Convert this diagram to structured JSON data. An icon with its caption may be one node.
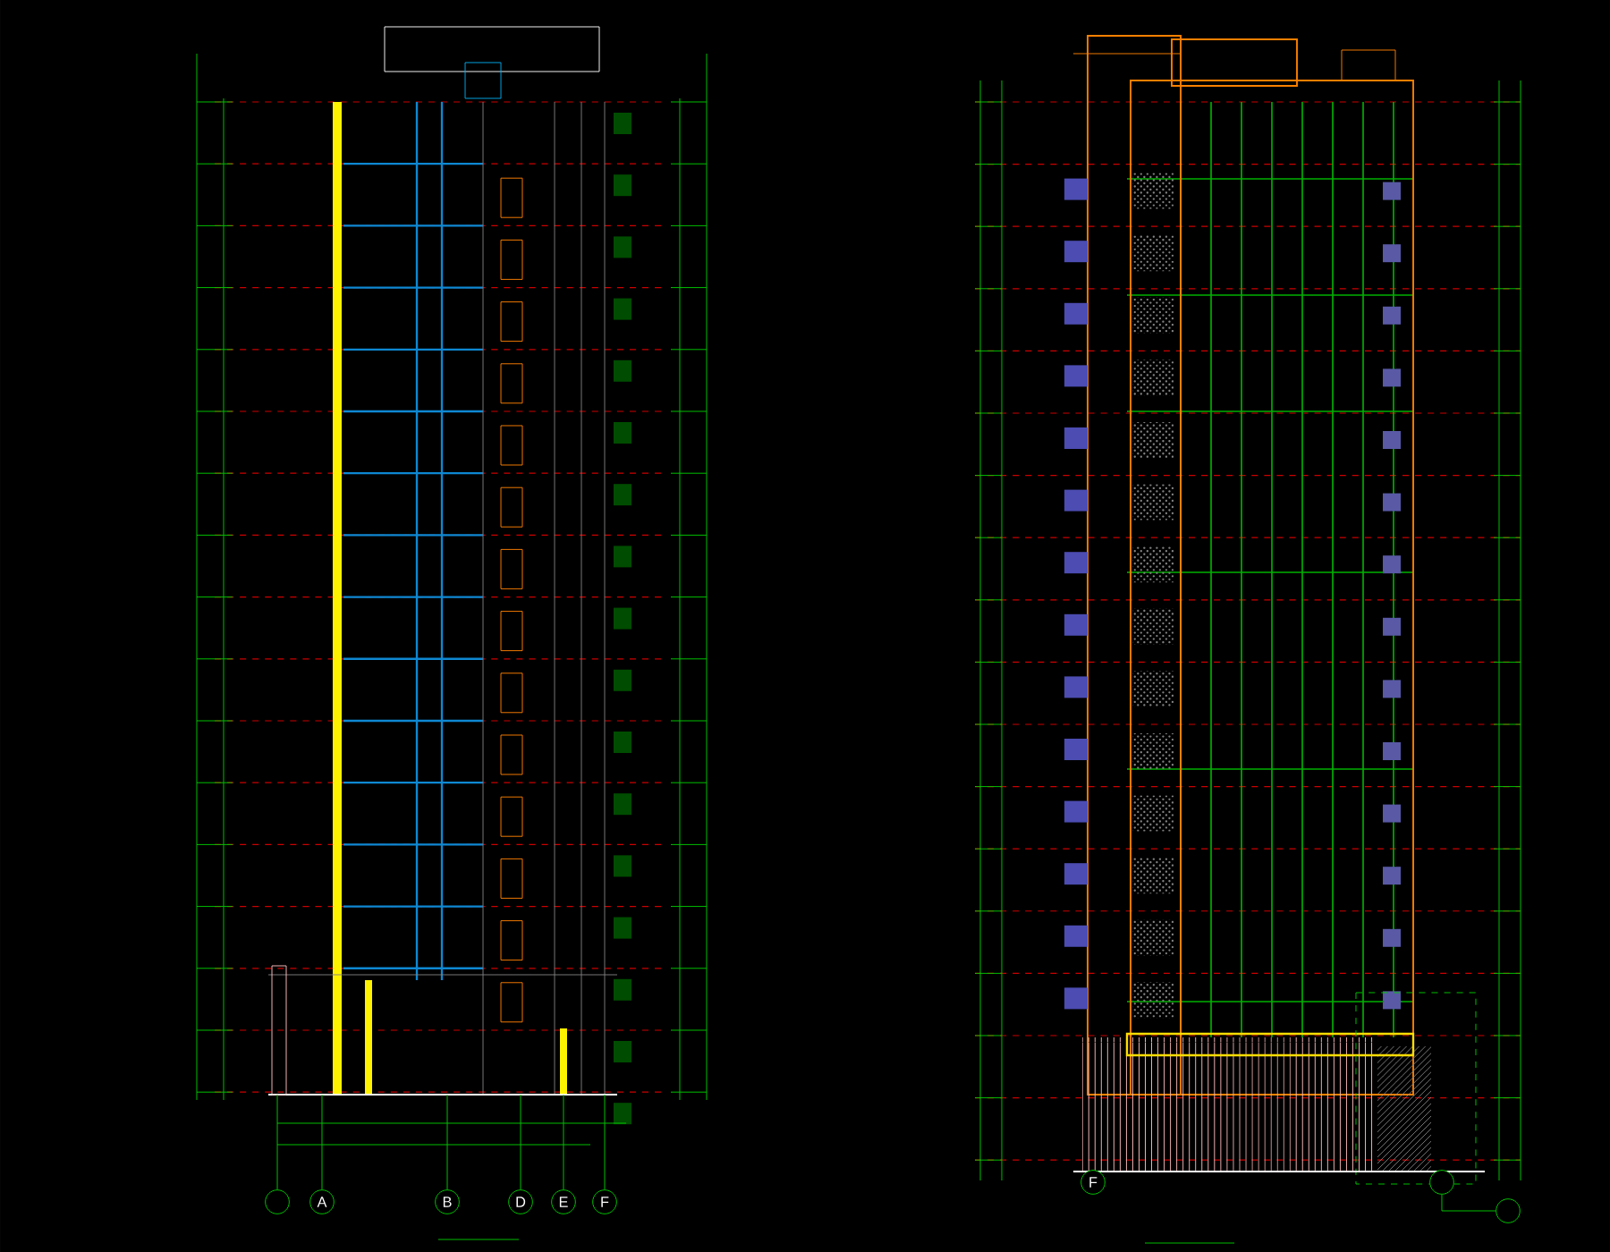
{
  "diagram": {
    "nodes": [
      {
        "text": [],
        "shape": "circle"
      },
      {
        "text": [
          "A"
        ]
      },
      {
        "text": [
          "B"
        ]
      },
      {
        "text": [
          "D"
        ]
      },
      {
        "text": [
          "E"
        ]
      },
      {
        "text": [
          "F"
        ]
      },
      {
        "text": [
          "F"
        ]
      },
      {
        "text": [],
        "shape": "circle"
      },
      {
        "text": [],
        "shape": "circle"
      }
    ],
    "edges": [
      {
        "from": 7,
        "to": 8,
        "arrow": "none"
      }
    ]
  }
}
